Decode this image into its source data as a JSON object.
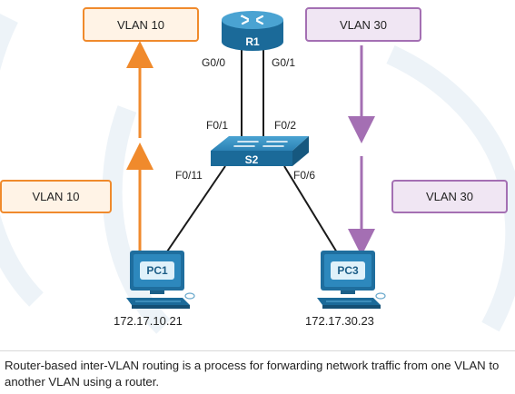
{
  "vlan_boxes": {
    "top_left": "VLAN 10",
    "top_right": "VLAN 30",
    "mid_left": "VLAN 10",
    "mid_right": "VLAN 30"
  },
  "devices": {
    "router": "R1",
    "switch": "S2",
    "pc1": "PC1",
    "pc3": "PC3"
  },
  "ports": {
    "r1_left": "G0/0",
    "r1_right": "G0/1",
    "s2_top_left": "F0/1",
    "s2_top_right": "F0/2",
    "s2_left": "F0/11",
    "s2_right": "F0/6"
  },
  "addresses": {
    "pc1": "172.17.10.21",
    "pc3": "172.17.30.23"
  },
  "caption": "Router-based inter-VLAN routing is a process for forwarding network traffic from one VLAN to another VLAN using a router.",
  "colors": {
    "vlan10": "#f08a2c",
    "vlan30": "#a46fb3",
    "device": "#1f6e9e"
  }
}
